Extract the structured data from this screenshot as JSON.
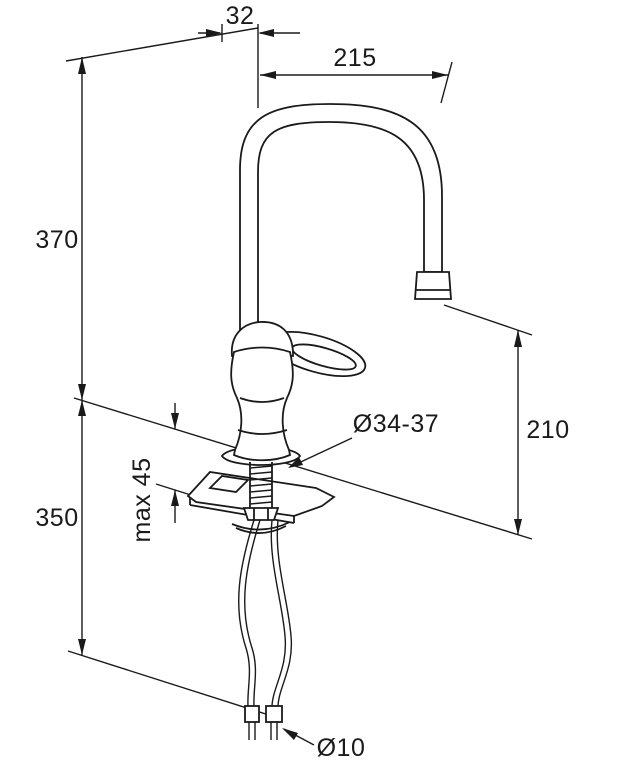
{
  "page": {
    "background": "#ffffff",
    "line_color": "#1a1a1a",
    "description": "Technical installation dimension drawing of a single-lever kitchen mixer tap with high C-spout and flexible supply hoses"
  },
  "labels": {
    "dim_32": "32",
    "dim_215": "215",
    "dim_370": "370",
    "dim_350": "350",
    "dim_210": "210",
    "dim_max45": "max 45",
    "dim_hole": "Ø34-37",
    "dim_hose": "Ø10"
  }
}
